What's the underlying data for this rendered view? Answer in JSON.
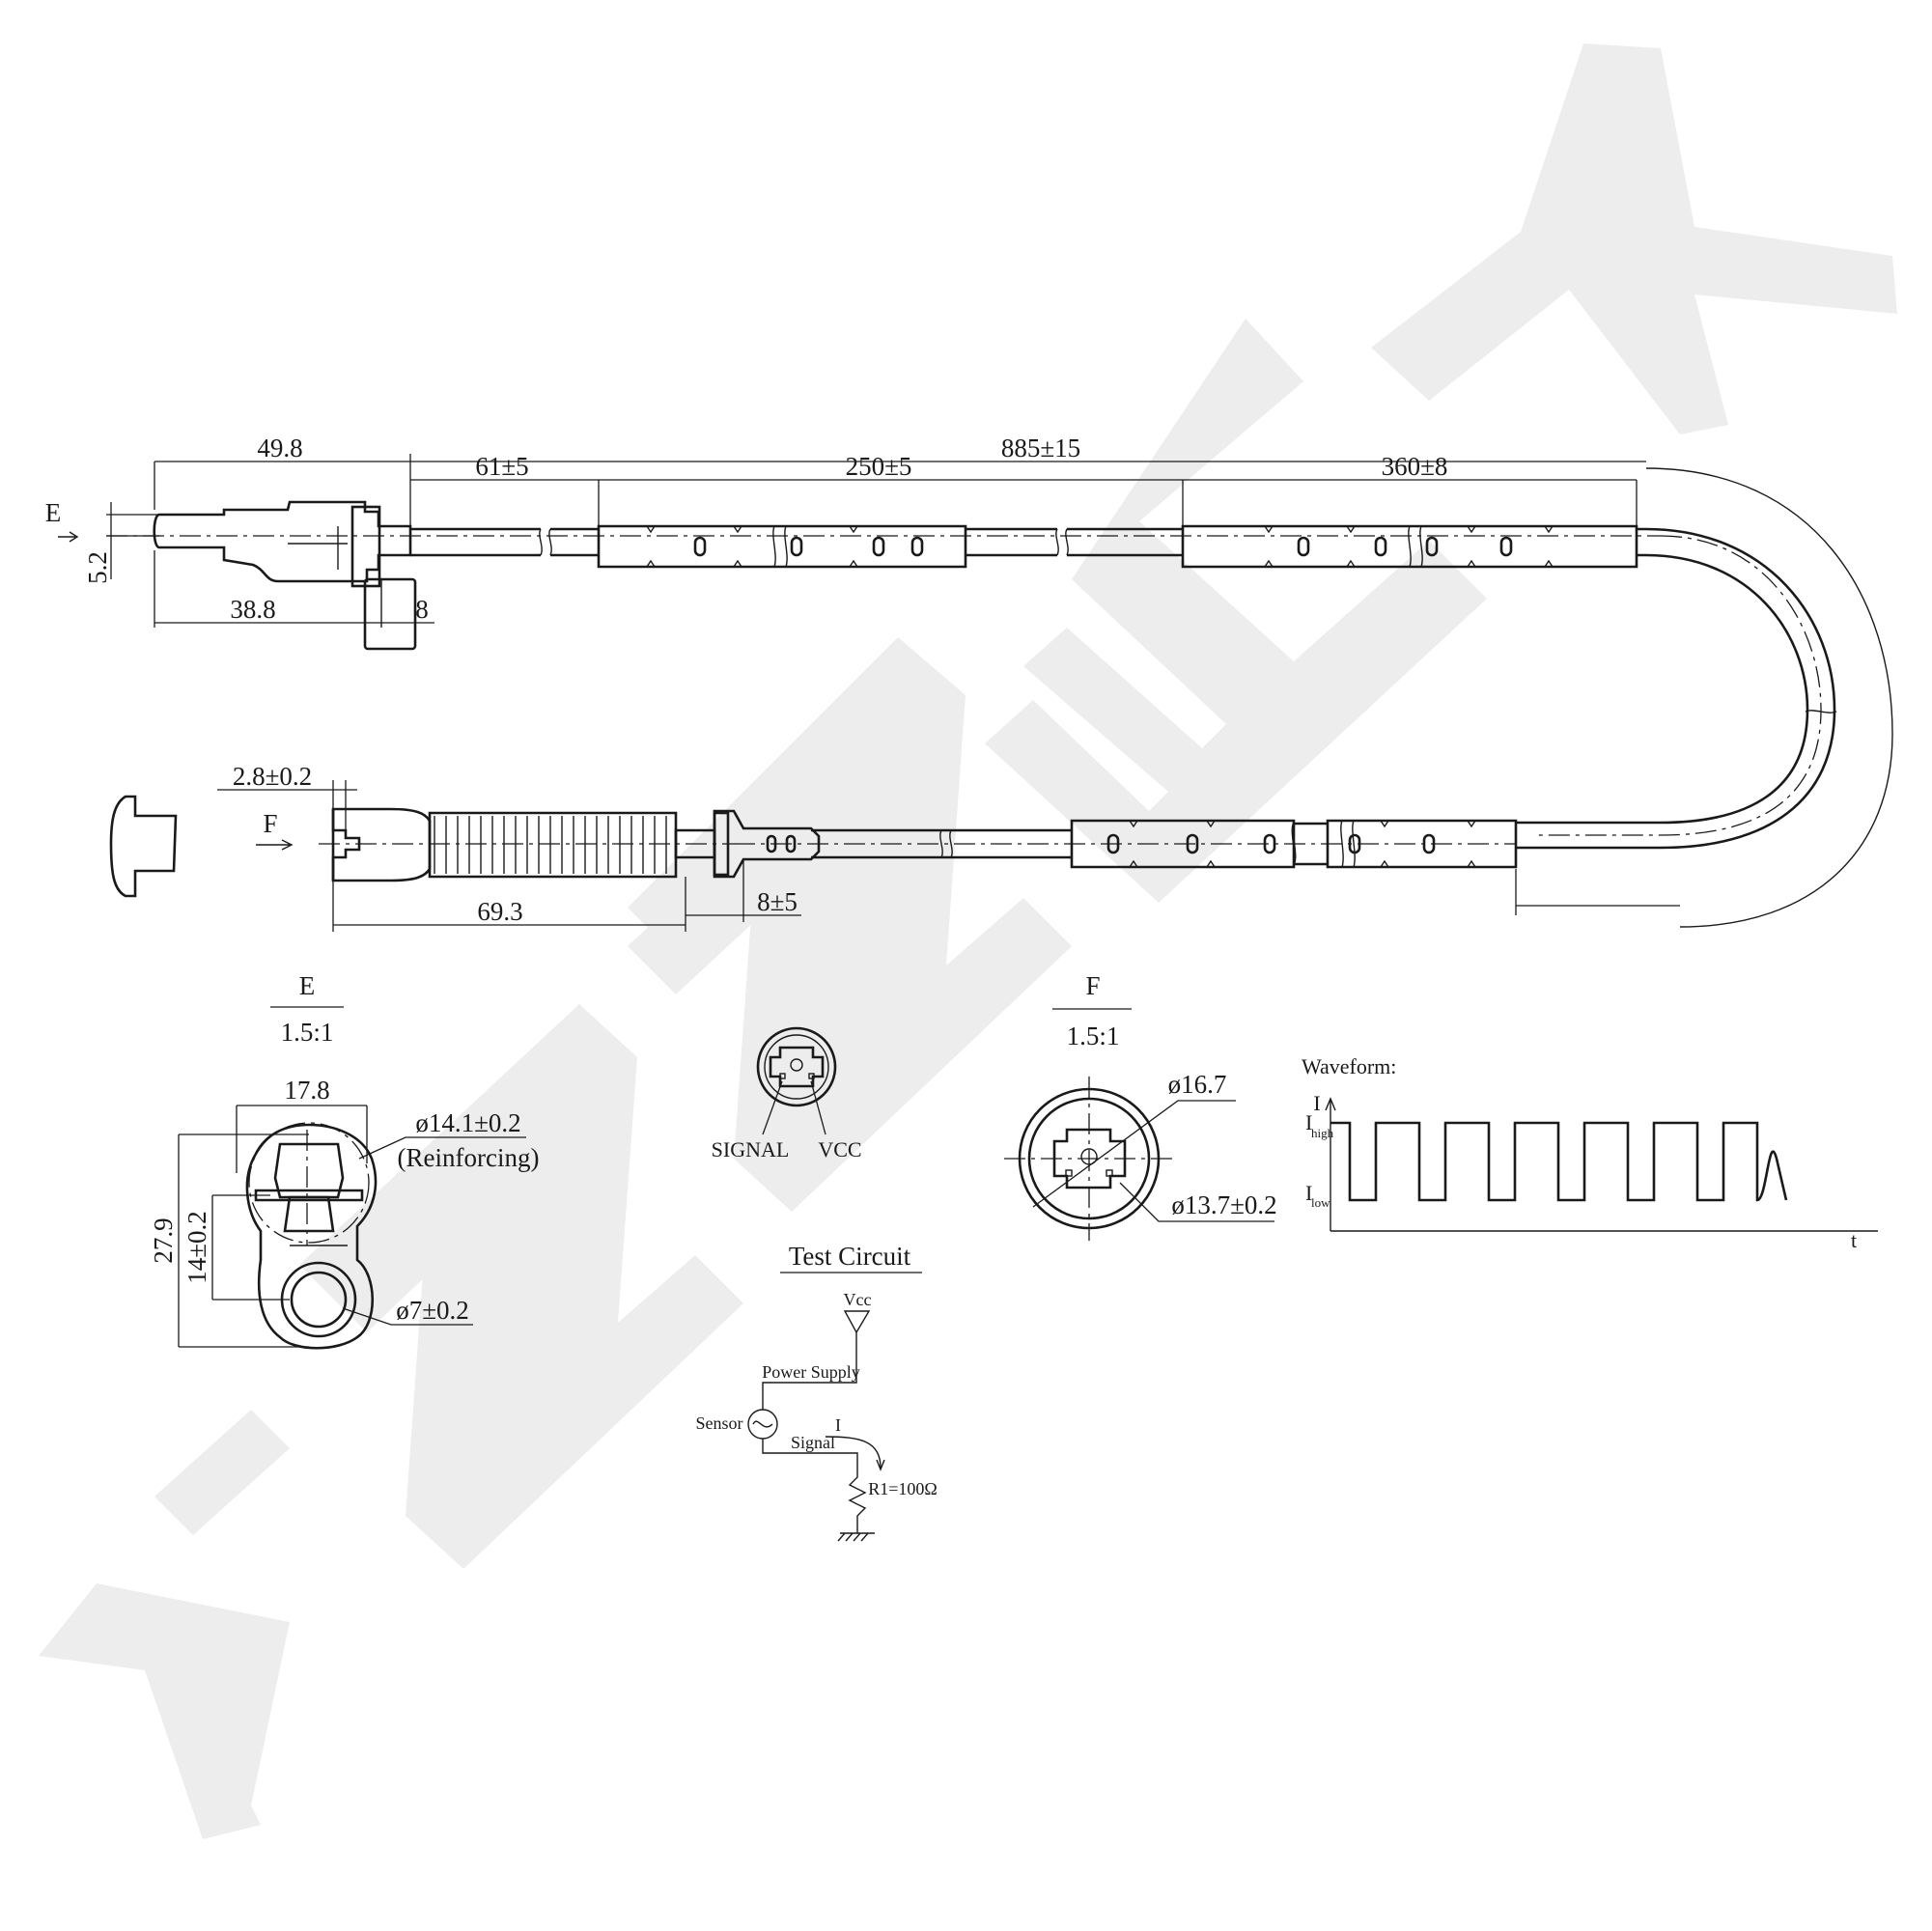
{
  "brand": {
    "watermark": "ZENNEK",
    "watermark_color": "#ededed"
  },
  "dims": {
    "total_length": "885±15",
    "head_length": "49.8",
    "seg1": "61±5",
    "seg2": "250±5",
    "seg3": "360±8",
    "e_offset": "5.2",
    "head_base": "38.8",
    "flange": "8",
    "conn_slot": "2.8±0.2",
    "conn_length": "69.3",
    "conn_seal": "8±5"
  },
  "markers": {
    "e": "E",
    "f": "F"
  },
  "view_e": {
    "title": "E",
    "scale": "1.5:1",
    "width": "17.8",
    "height": "27.9",
    "center": "14±0.2",
    "reinforcing_dia": "ø14.1±0.2",
    "reinforcing_label": "(Reinforcing)",
    "bolt_dia": "ø7±0.2"
  },
  "pins": {
    "signal": "SIGNAL",
    "vcc": "VCC"
  },
  "view_f": {
    "title": "F",
    "scale": "1.5:1",
    "outer_dia": "ø16.7",
    "inner_dia": "ø13.7±0.2"
  },
  "test_circuit": {
    "title": "Test Circuit",
    "vcc": "Vcc",
    "power_supply": "Power Supply",
    "sensor": "Sensor",
    "current": "I",
    "signal": "Signal",
    "resistor": "R1=100Ω"
  },
  "waveform": {
    "title": "Waveform:",
    "y_axis": "I",
    "x_axis": "t",
    "i_high": "I",
    "i_high_sub": "high",
    "i_low": "I",
    "i_low_sub": "low"
  }
}
